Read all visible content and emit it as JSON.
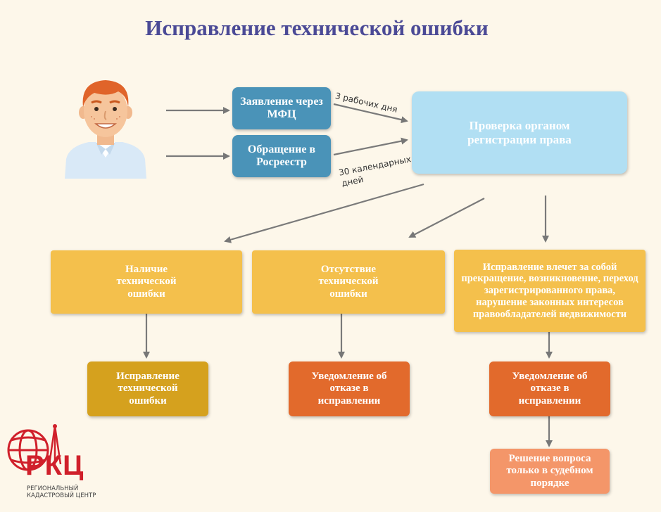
{
  "title": "Исправление технической ошибки",
  "colors": {
    "title": "#4b4a96",
    "blue_dark": "#4a93b8",
    "blue_light": "#b1dff3",
    "yellow": "#f4c04c",
    "mustard": "#d5a11e",
    "orange": "#e26a2c",
    "salmon": "#f49669",
    "logo_red": "#d0202b"
  },
  "nodes": {
    "mfc": "Заявление через МФЦ",
    "rosreestr": "Обращение в Росреестр",
    "check": "Проверка органом регистрации права",
    "has_error": "Наличие технической ошибки",
    "no_error": "Отсутствие технической ошибки",
    "consequence": "Исправление влечет за собой прекращение, возникновение, переход зарегистрированного права, нарушение законных интересов правообладателей недвижимости",
    "fix": "Исправление технической ошибки",
    "refusal_1": "Уведомление об отказе в исправлении",
    "refusal_2": "Уведомление об отказе в исправлении",
    "court": "Решение вопроса только в судебном порядке"
  },
  "edge_labels": {
    "mfc_days": "3 рабочих дня",
    "rosreestr_days_1": "30 календарных",
    "rosreestr_days_2": "дней"
  },
  "logo": {
    "abbr": "РКЦ",
    "line1": "РЕГИОНАЛЬНЫЙ",
    "line2": "КАДАСТРОВЫЙ ЦЕНТР"
  },
  "icons": [
    "person-avatar-icon",
    "globe-logo-icon"
  ]
}
